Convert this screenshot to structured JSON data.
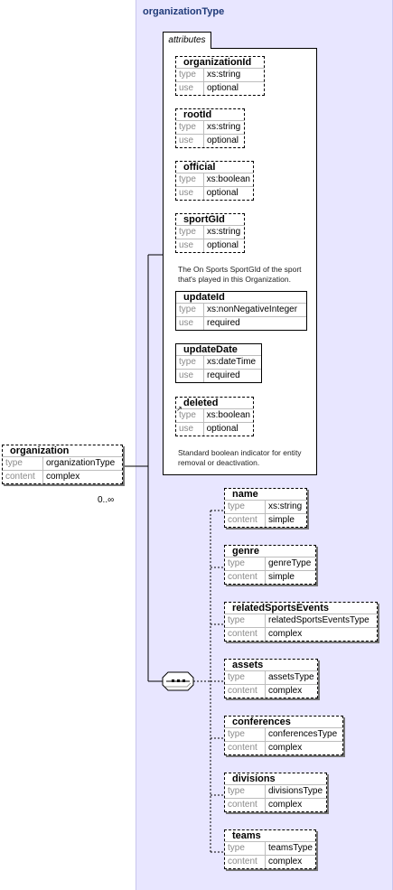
{
  "complex_type": {
    "title": "organizationType"
  },
  "attributes_tab": "attributes",
  "attributes": [
    {
      "name": "organizationId",
      "type_key": "type",
      "type": "xs:string",
      "use_key": "use",
      "use": "optional"
    },
    {
      "name": "rootId",
      "type_key": "type",
      "type": "xs:string",
      "use_key": "use",
      "use": "optional"
    },
    {
      "name": "official",
      "type_key": "type",
      "type": "xs:boolean",
      "use_key": "use",
      "use": "optional"
    },
    {
      "name": "sportGId",
      "type_key": "type",
      "type": "xs:string",
      "use_key": "use",
      "use": "optional",
      "doc": "The On Sports SportGId of the sport that's played in this Organization."
    },
    {
      "name": "updateId",
      "type_key": "type",
      "type": "xs:nonNegativeInteger",
      "use_key": "use",
      "use": "required"
    },
    {
      "name": "updateDate",
      "type_key": "type",
      "type": "xs:dateTime",
      "use_key": "use",
      "use": "required"
    },
    {
      "name": "deleted",
      "type_key": "type",
      "type": "xs:boolean",
      "use_key": "use",
      "use": "optional",
      "doc": "Standard boolean indicator for entity removal or deactivation."
    }
  ],
  "root_element": {
    "name": "organization",
    "type_key": "type",
    "type": "organizationType",
    "content_key": "content",
    "content": "complex",
    "occurs": "0..∞"
  },
  "children": [
    {
      "name": "name",
      "type_key": "type",
      "type": "xs:string",
      "content_key": "content",
      "content": "simple"
    },
    {
      "name": "genre",
      "type_key": "type",
      "type": "genreType",
      "content_key": "content",
      "content": "simple"
    },
    {
      "name": "relatedSportsEvents",
      "type_key": "type",
      "type": "relatedSportsEventsType",
      "content_key": "content",
      "content": "complex"
    },
    {
      "name": "assets",
      "type_key": "type",
      "type": "assetsType",
      "content_key": "content",
      "content": "complex"
    },
    {
      "name": "conferences",
      "type_key": "type",
      "type": "conferencesType",
      "content_key": "content",
      "content": "complex"
    },
    {
      "name": "divisions",
      "type_key": "type",
      "type": "divisionsType",
      "content_key": "content",
      "content": "complex"
    },
    {
      "name": "teams",
      "type_key": "type",
      "type": "teamsType",
      "content_key": "content",
      "content": "complex"
    }
  ],
  "icons": {
    "sequence": "sequence-compositor-icon",
    "reference": "reference-arrow-icon"
  }
}
